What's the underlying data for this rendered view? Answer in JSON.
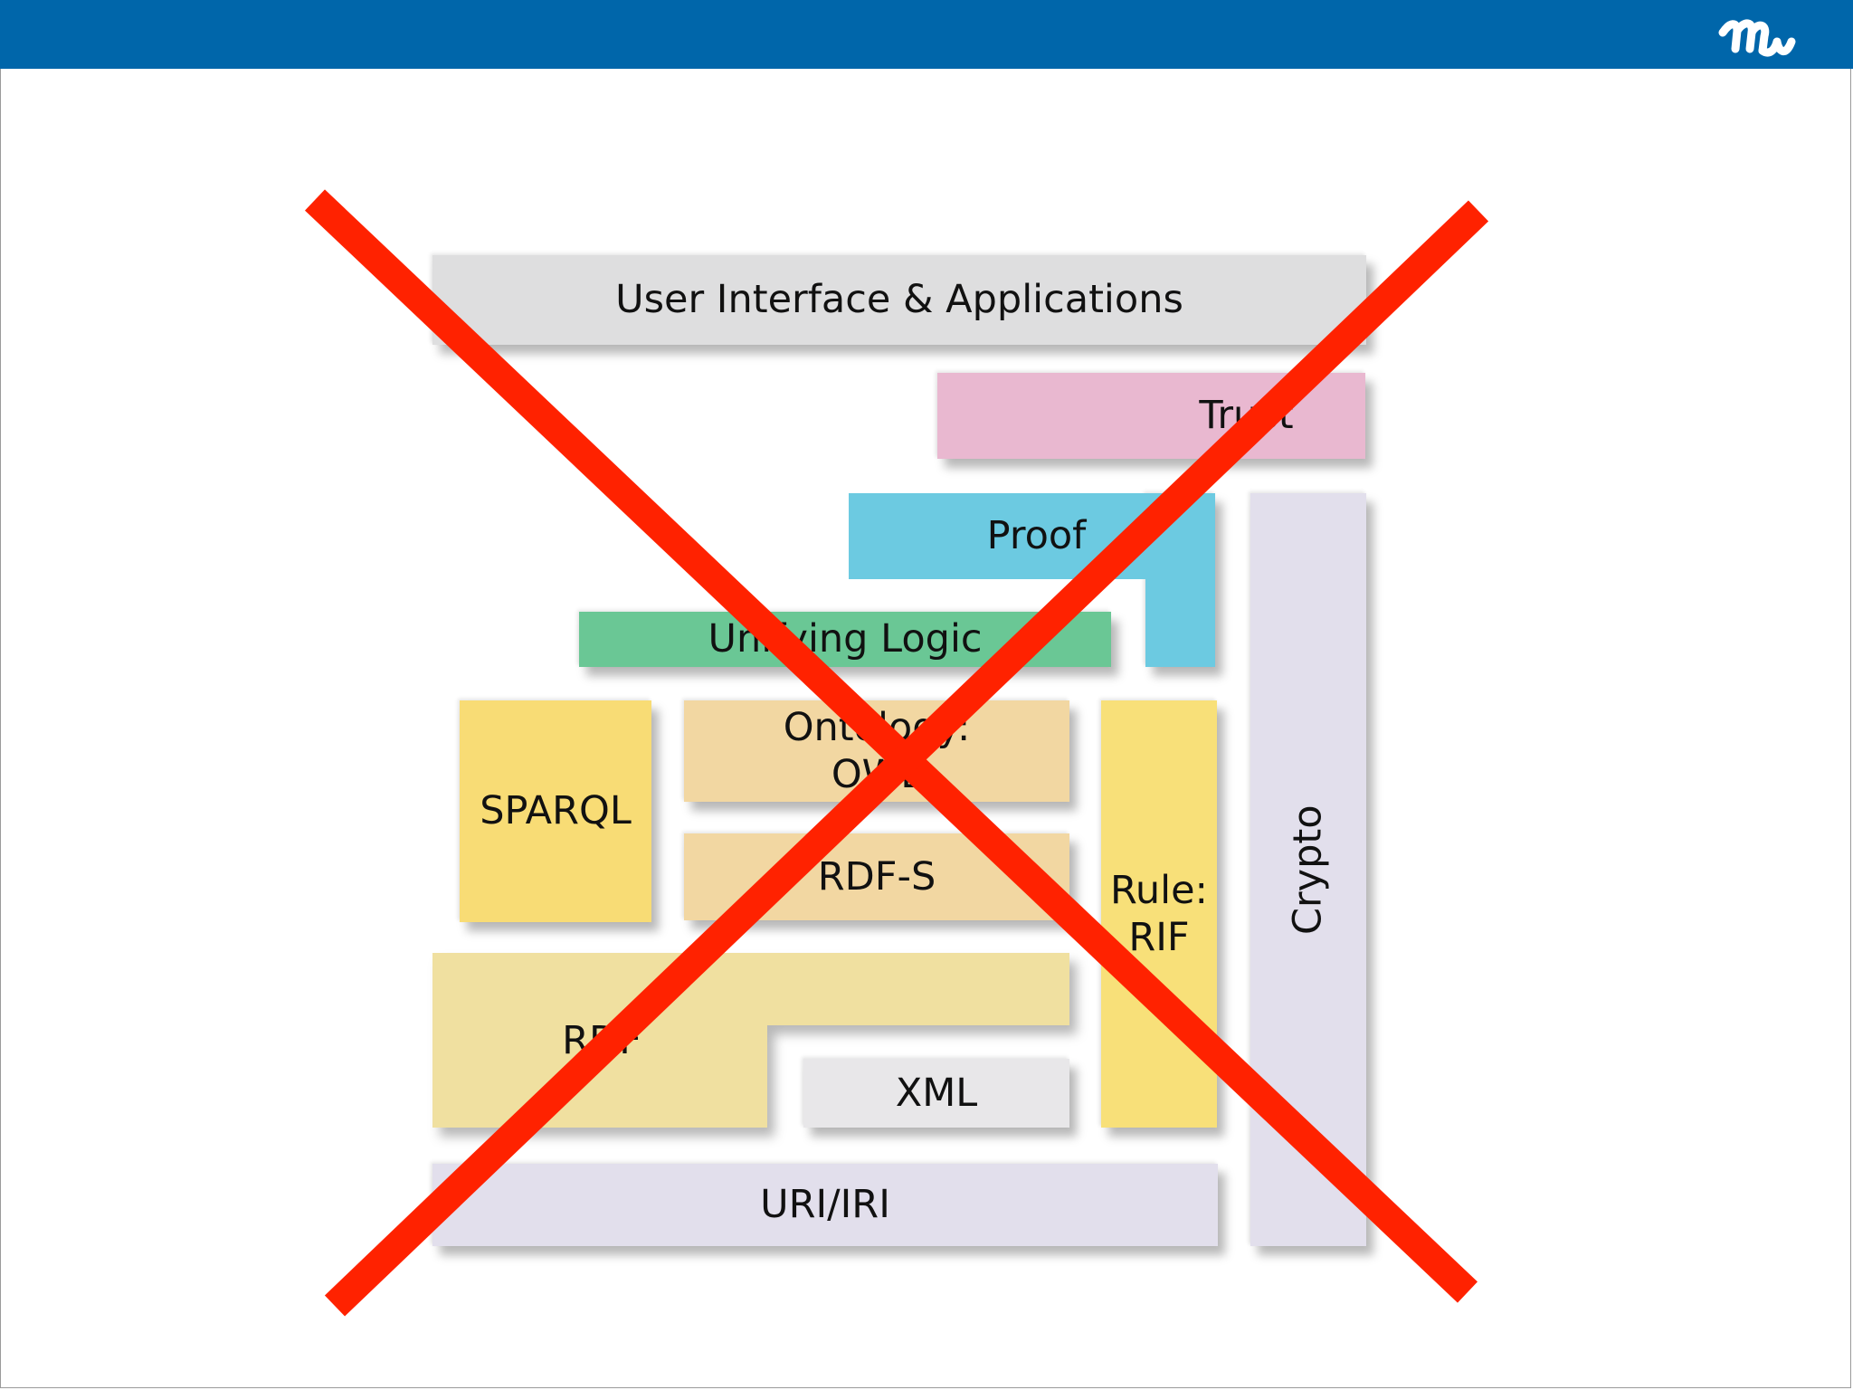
{
  "colors": {
    "top_bar": "#0066aa",
    "ui_layer": "#dededf",
    "trust_layer": "#e9b8d0",
    "proof_layer": "#6ccae1",
    "logic_layer": "#6ac795",
    "sparql_layer": "#f8dc75",
    "ontology_layer": "#f2d7a2",
    "rule_layer": "#f8e079",
    "crypto_layer": "#e2dfec",
    "rdf_layer": "#f0e0a0",
    "xml_layer": "#e8e7e9",
    "uri_layer": "#e2dfec",
    "cross": "#ff2200"
  },
  "header": {
    "logo_icon": "mw-logo-icon"
  },
  "diagram": {
    "ui": "User Interface & Applications",
    "trust": "Trust",
    "proof": "Proof",
    "logic": "Unifying Logic",
    "sparql": "SPARQL",
    "ontology": "Ontology:\nOWL",
    "rdfs": "RDF-S",
    "rule": "Rule:\nRIF",
    "crypto": "Crypto",
    "rdf": "RDF",
    "xml": "XML",
    "uri": "URI/IRI"
  }
}
